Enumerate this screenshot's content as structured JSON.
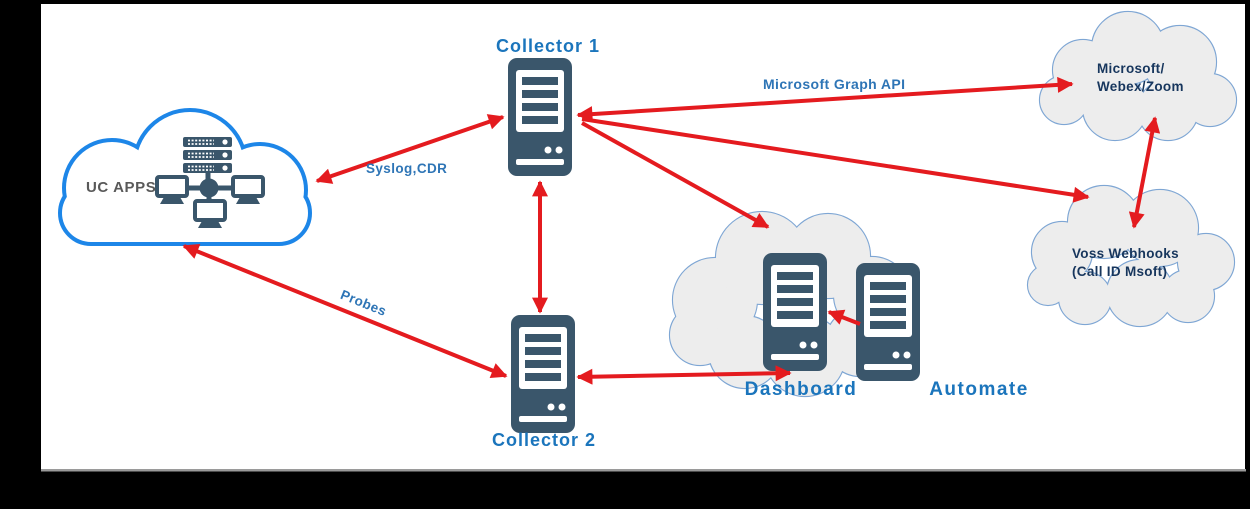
{
  "colors": {
    "background": "#000000",
    "surface": "#ffffff",
    "arrow_red": "#e41b1f",
    "server_slate": "#3a566b",
    "uc_cloud_blue": "#1d86e8",
    "gray_cloud_fill": "#ededed",
    "gray_cloud_stroke": "#7ea6d4",
    "node_label_blue": "#1b75bc",
    "edge_label_blue": "#2e75b6",
    "cloud_text_navy": "#17365d",
    "uc_apps_text_gray": "#595959"
  },
  "nodes": {
    "uc_apps": {
      "label": "UC APPS"
    },
    "collector1": {
      "label": "Collector 1"
    },
    "collector2": {
      "label": "Collector 2"
    },
    "dashboard": {
      "label": "Dashboard"
    },
    "automate": {
      "label": "Automate"
    },
    "microsoft": {
      "line1": "Microsoft/",
      "line2": "Webex/Zoom"
    },
    "voss": {
      "line1": "Voss Webhooks",
      "line2": "(Call ID Msoft)"
    }
  },
  "edges": [
    {
      "from": "uc_apps",
      "to": "collector1",
      "label": "Syslog,CDR",
      "bidirectional": true
    },
    {
      "from": "uc_apps",
      "to": "collector2",
      "label": "Probes",
      "bidirectional": true
    },
    {
      "from": "collector1",
      "to": "collector2",
      "label": "",
      "bidirectional": true
    },
    {
      "from": "collector1",
      "to": "microsoft",
      "label": "Microsoft Graph API",
      "bidirectional": true
    },
    {
      "from": "collector1",
      "to": "voss",
      "label": "",
      "bidirectional": false
    },
    {
      "from": "collector1",
      "to": "dashboard",
      "label": "",
      "bidirectional": false
    },
    {
      "from": "collector2",
      "to": "dashboard",
      "label": "",
      "bidirectional": true
    },
    {
      "from": "automate",
      "to": "dashboard",
      "label": "",
      "bidirectional": false
    },
    {
      "from": "microsoft",
      "to": "voss",
      "label": "",
      "bidirectional": true
    }
  ]
}
